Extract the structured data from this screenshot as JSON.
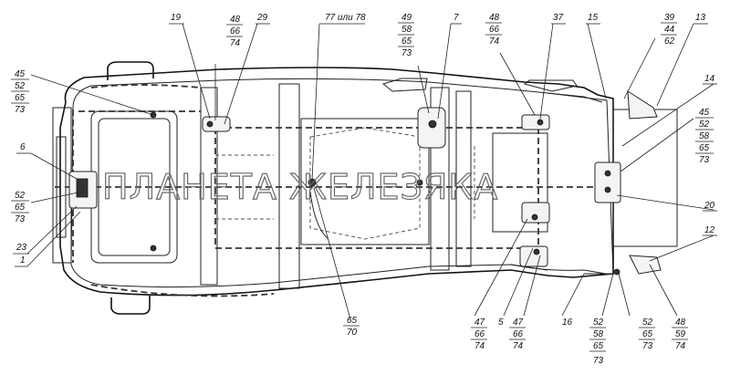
{
  "watermark": "ПЛАНЕТА ЖЕЛЕЗЯКА",
  "callouts": {
    "c19": "19",
    "c29": "29",
    "c77": "77 или 78",
    "c7": "7",
    "c37": "37",
    "c15": "15",
    "c13": "13",
    "c14": "14",
    "c6": "6",
    "c23": "23",
    "c1": "1",
    "c20": "20",
    "c12": "12",
    "c5": "5",
    "c16": "16"
  },
  "stacks": {
    "s48_66_74_top": [
      "48",
      "66",
      "74"
    ],
    "s49_58_65_73": [
      "49",
      "58",
      "65",
      "73"
    ],
    "s48_66_74_mid": [
      "48",
      "66",
      "74"
    ],
    "s39_44_62": [
      "39",
      "44",
      "62"
    ],
    "s45_52_65_73": [
      "45",
      "52",
      "65",
      "73"
    ],
    "s52_65_73": [
      "52",
      "65",
      "73"
    ],
    "s45_52_58_65_73": [
      "45",
      "52",
      "58",
      "65",
      "73"
    ],
    "s65_70": [
      "65",
      "70"
    ],
    "s47_66_74_a": [
      "47",
      "66",
      "74"
    ],
    "s47_66_74_b": [
      "47",
      "66",
      "74"
    ],
    "s52_58_65_73": [
      "52",
      "58",
      "65",
      "73"
    ],
    "s52_65_73_b": [
      "52",
      "65",
      "73"
    ],
    "s48_59_74": [
      "48",
      "59",
      "74"
    ]
  }
}
